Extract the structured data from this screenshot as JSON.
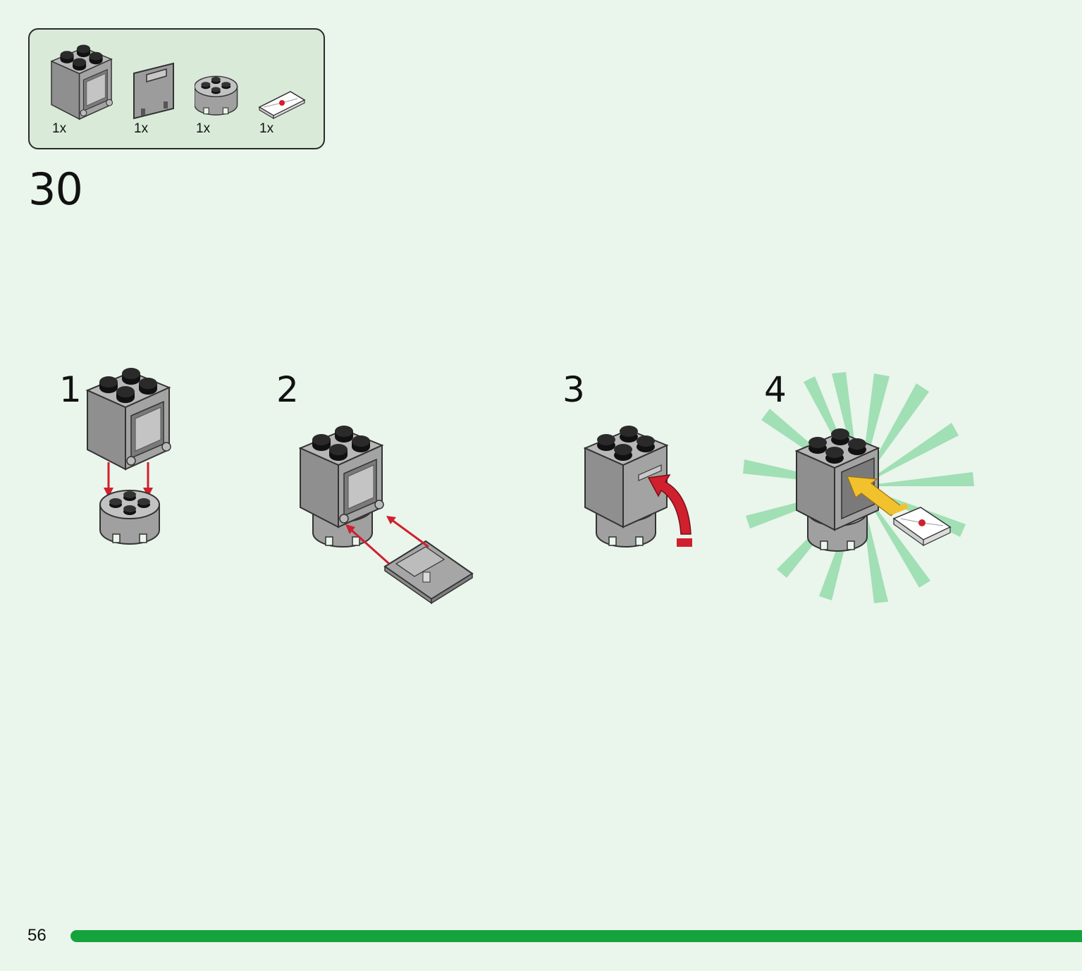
{
  "step": {
    "number": "30"
  },
  "parts": [
    {
      "name": "brick-2x2-container",
      "quantity": "1x"
    },
    {
      "name": "container-door",
      "quantity": "1x"
    },
    {
      "name": "round-brick-2x2",
      "quantity": "1x"
    },
    {
      "name": "tile-envelope",
      "quantity": "1x"
    }
  ],
  "substeps": [
    {
      "number": "1"
    },
    {
      "number": "2"
    },
    {
      "number": "3"
    },
    {
      "number": "4"
    }
  ],
  "page": {
    "number": "56",
    "progress": 1.0
  },
  "colors": {
    "background": "#eaf5ec",
    "panel": "#d9ead9",
    "progress": "#14a33c",
    "arrow_red": "#d0202e",
    "arrow_yellow": "#f2c12e",
    "brick_gray": "#9a9a9a",
    "burst_green": "#7fd49a"
  }
}
